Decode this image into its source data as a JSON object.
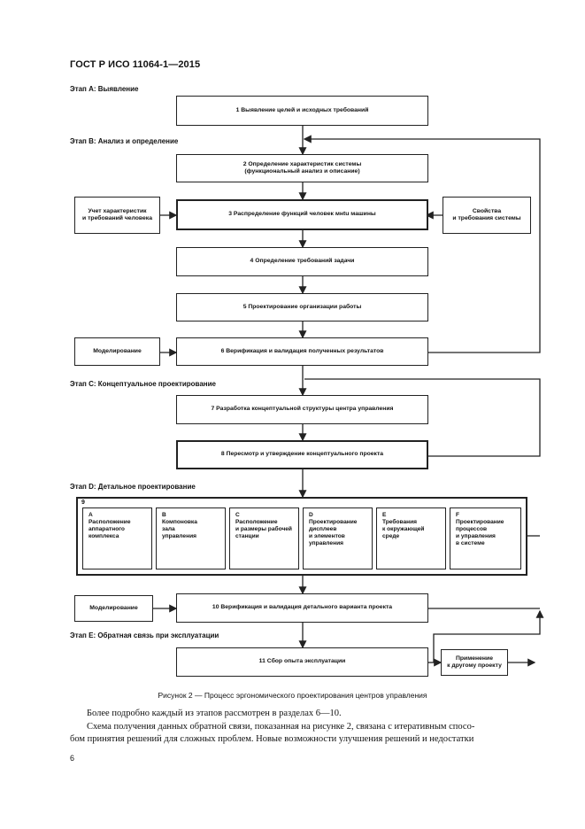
{
  "header": "ГОСТ Р ИСО 11064-1—2015",
  "stages": {
    "a": "Этап А: Выявление",
    "b": "Этап В: Анализ и определение",
    "c": "Этап С: Концептуальное проектирование",
    "d": "Этап D: Детальное проектирование",
    "e": "Этап Е: Обратная связь при эксплуатации"
  },
  "boxes": {
    "b1": "1 Выявление целей и исходных требований",
    "b2": "2 Определение характеристик системы\n(функциональный анализ и описание)",
    "b3": "3 Распределение функций человек мнtu машины",
    "b4": "4 Определение требований задачи",
    "b5": "5 Проектирование организации работы",
    "b6": "6 Верификация и валидация полученных результатов",
    "b7": "7 Разработка концептуальной структуры центра управления",
    "b8": "8 Пересмотр и утверждение концептуального проекта",
    "b10": "10 Верификация и валидация детального варианта проекта",
    "b11": "11 Сбор опыта эксплуатации",
    "left3": "Учет характеристик\nи требований человека",
    "right3": "Свойства\nи требования системы",
    "left6": "Моделирование",
    "left10": "Моделирование",
    "next": "Применение\nк другому проекту"
  },
  "box9": {
    "label": "9",
    "items": [
      "А\nРасположение\nаппаратного\nкомплекса",
      "В\nКомпоновка\nзала\nуправления",
      "С\nРасположение\nи размеры рабочей\nстанции",
      "D\nПроектирование\nдисплеев\nи элементов\nуправления",
      "Е\nТребования\nк окружающей\nсреде",
      "F\nПроектирование\nпроцессов\nи управления\nв системе"
    ]
  },
  "caption": "Рисунок 2 — Процесс эргономического проектирования центров управления",
  "paragraphs": [
    "Более подробно каждый из этапов рассмотрен в разделах 6—10.",
    "Схема получения данных обратной связи, показанная на рисунке 2, связана с итеративным спосо-",
    "бом принятия решений для сложных проблем. Новые возможности улучшения решений и недостатки"
  ],
  "page_number": "6"
}
